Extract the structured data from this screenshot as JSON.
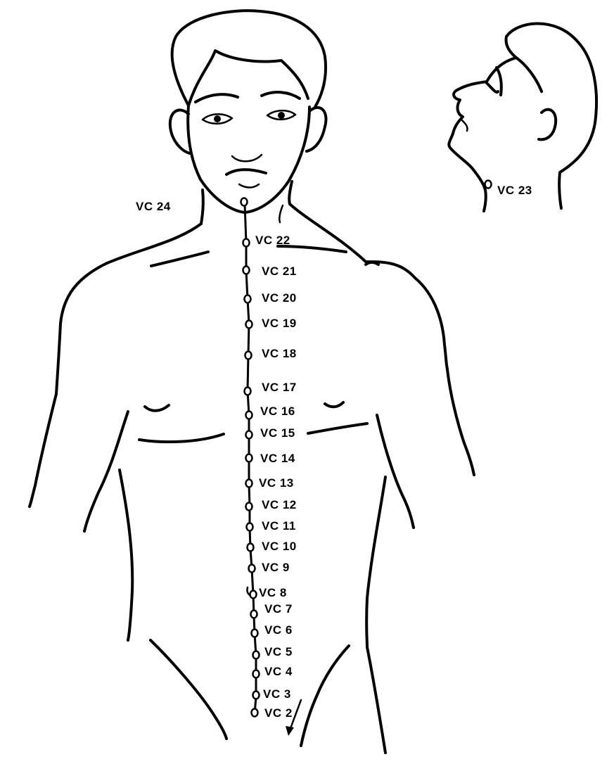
{
  "points": [
    {
      "id": "VC 24",
      "label": "VC 24"
    },
    {
      "id": "VC 23",
      "label": "VC 23"
    },
    {
      "id": "VC 22",
      "label": "VC 22"
    },
    {
      "id": "VC 21",
      "label": "VC 21"
    },
    {
      "id": "VC 20",
      "label": "VC 20"
    },
    {
      "id": "VC 19",
      "label": "VC 19"
    },
    {
      "id": "VC 18",
      "label": "VC 18"
    },
    {
      "id": "VC 17",
      "label": "VC 17"
    },
    {
      "id": "VC 16",
      "label": "VC 16"
    },
    {
      "id": "VC 15",
      "label": "VC 15"
    },
    {
      "id": "VC 14",
      "label": "VC 14"
    },
    {
      "id": "VC 13",
      "label": "VC 13"
    },
    {
      "id": "VC 12",
      "label": "VC 12"
    },
    {
      "id": "VC 11",
      "label": "VC 11"
    },
    {
      "id": "VC 10",
      "label": "VC 10"
    },
    {
      "id": "VC 9",
      "label": "VC 9"
    },
    {
      "id": "VC 8",
      "label": "VC 8"
    },
    {
      "id": "VC 7",
      "label": "VC 7"
    },
    {
      "id": "VC 6",
      "label": "VC 6"
    },
    {
      "id": "VC 5",
      "label": "VC 5"
    },
    {
      "id": "VC 4",
      "label": "VC 4"
    },
    {
      "id": "VC 3",
      "label": "VC 3"
    },
    {
      "id": "VC 2",
      "label": "VC 2"
    }
  ]
}
